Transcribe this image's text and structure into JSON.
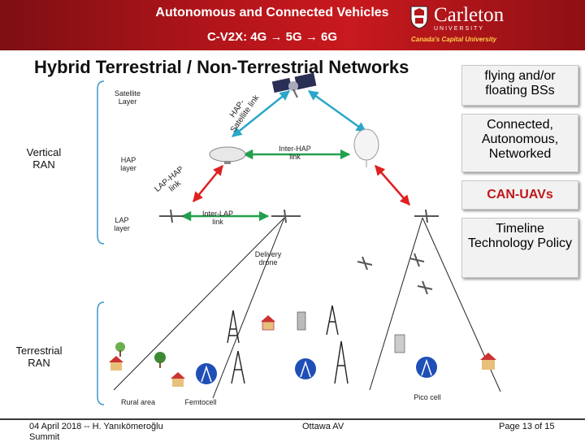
{
  "header": {
    "line1": "Autonomous and Connected Vehicles",
    "line2": "C-V2X: 4G → 5G → 6G",
    "logo_name": "Carleton",
    "logo_sub": "UNIVERSITY",
    "logo_tag": "Canada's Capital University"
  },
  "title": "Hybrid Terrestrial / Non-Terrestrial Networks",
  "side_boxes": [
    "flying and/or floating BSs",
    "Connected, Autonomous, Networked",
    "CAN-UAVs",
    "Timeline Technology Policy"
  ],
  "diagram": {
    "satellite_layer": "Satellite Layer",
    "hap_layer": "HAP layer",
    "lap_layer": "LAP layer",
    "vertical_ran": "Vertical RAN",
    "terrestrial_ran": "Terrestrial RAN",
    "hap_satellite_link": "HAP-Satellite link",
    "inter_hap_link": "Inter-HAP link",
    "lap_hap_link": "LAP-HAP link",
    "inter_lap_link": "Inter-LAP link",
    "delivery_drone": "Delivery drone",
    "rural_area": "Rural area",
    "femtocell": "Femtocell",
    "pico_cell": "Pico cell"
  },
  "footer": {
    "left": "04 April 2018 -- H. Yanıkömeroğlu",
    "left2": "Summit",
    "center": "Ottawa AV",
    "right": "Page 13 of 15"
  },
  "colors": {
    "header": "#b3151a",
    "red_link": "#e02020",
    "green_link": "#23a04a",
    "teal_link": "#2aa7c9"
  }
}
